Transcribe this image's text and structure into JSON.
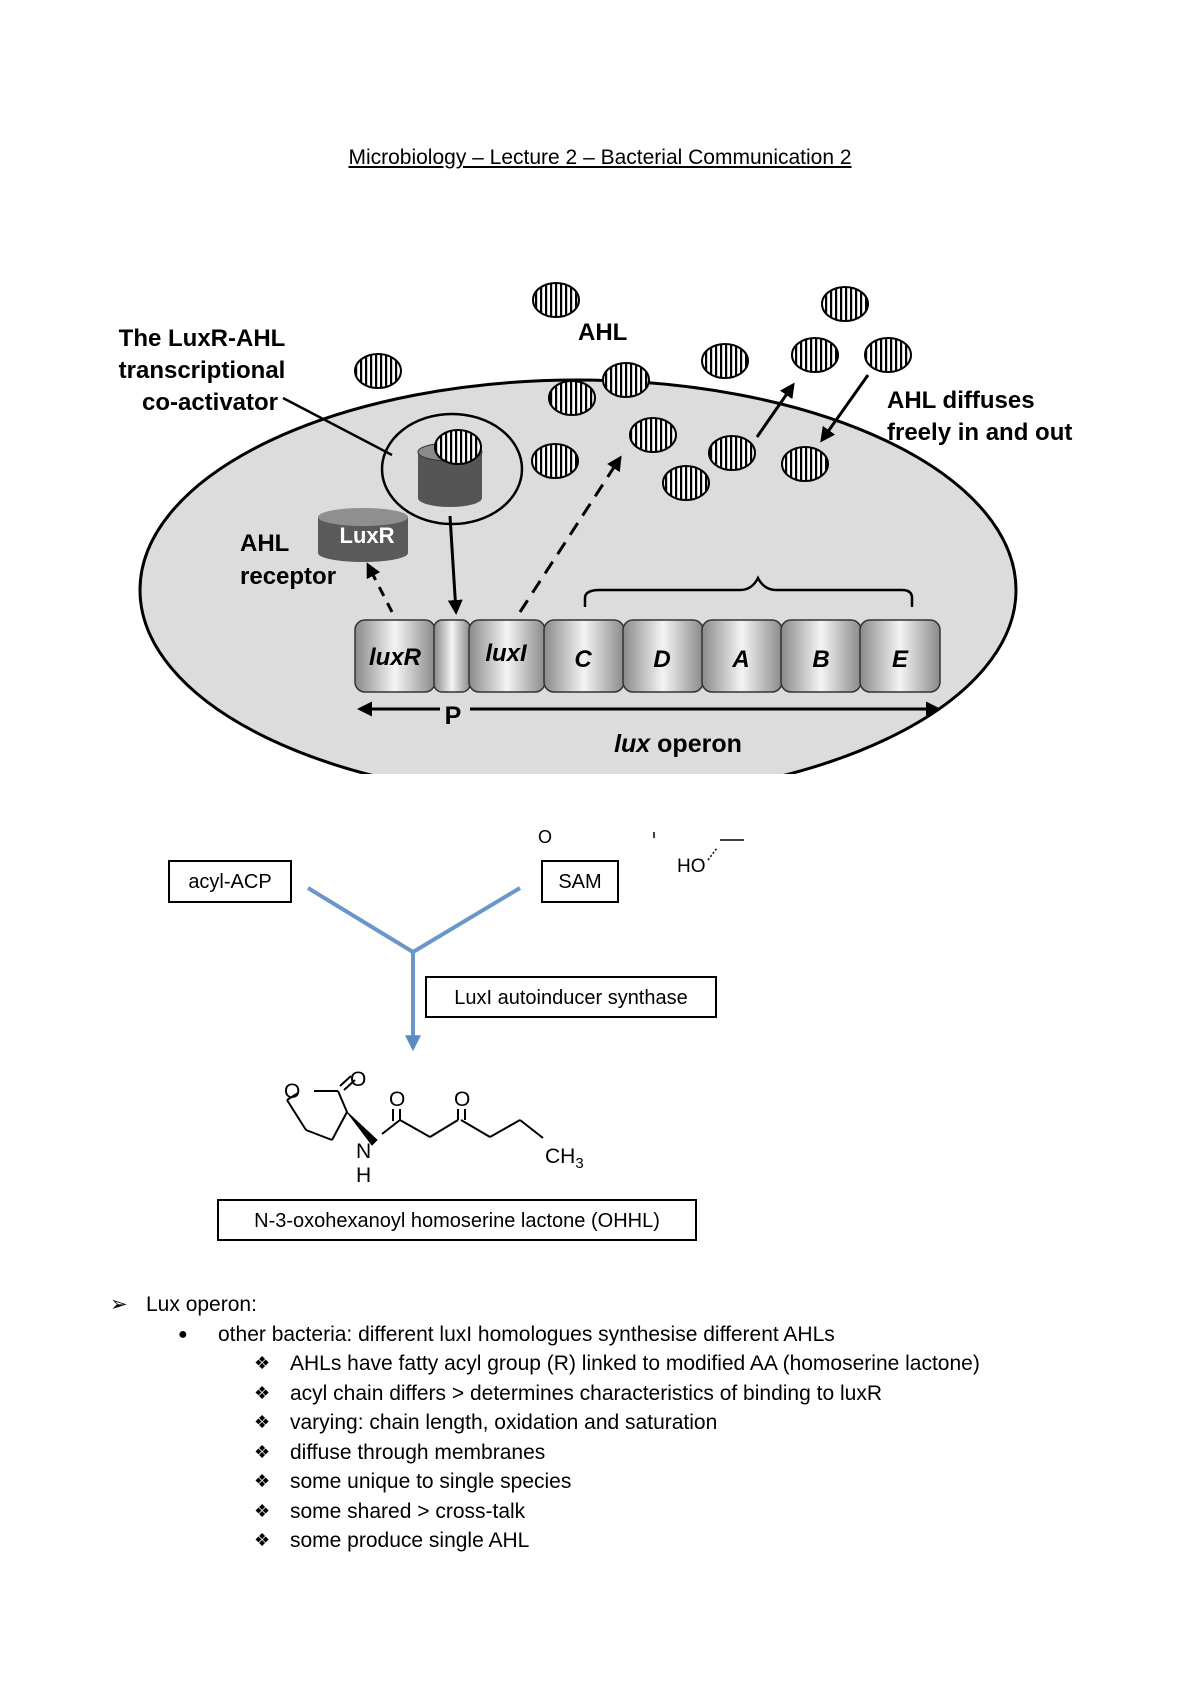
{
  "header": {
    "title": "Microbiology – Lecture 2 – Bacterial Communication 2"
  },
  "diagram1": {
    "coactivator_label": [
      "The LuxR-AHL",
      "transcriptional",
      "co-activator"
    ],
    "ahl_label": "AHL",
    "diffuse_label": [
      "AHL diffuses",
      "freely in and out"
    ],
    "receptor_label": [
      "AHL",
      "receptor"
    ],
    "luxr_protein": "LuxR",
    "genes": [
      "luxR",
      "luxI",
      "C",
      "D",
      "A",
      "B",
      "E"
    ],
    "promoter": "P",
    "operon_label_italic": "lux",
    "operon_label_rest": " operon"
  },
  "diagram2": {
    "acyl_acp": "acyl-ACP",
    "sam": "SAM",
    "enzyme": "LuxI autoinducer synthase",
    "sam_o": "O",
    "sam_ho": "HO",
    "o1": "O",
    "o2": "O",
    "o3": "O",
    "o4": "O",
    "n": "N",
    "h": "H",
    "ch3": "CH",
    "ch3_sub": "3",
    "product": "N-3-oxohexanoyl homoserine lactone (OHHL)"
  },
  "notes": {
    "level1": "Lux operon:",
    "level2": "other bacteria: different luxI homologues synthesise different AHLs",
    "level3": [
      "AHLs have fatty acyl group (R) linked to modified AA (homoserine lactone)",
      "acyl chain differs > determines characteristics of binding to luxR",
      "varying: chain length, oxidation and saturation",
      "diffuse through membranes",
      "some unique to single species",
      "some shared > cross-talk",
      "some produce single AHL"
    ],
    "bullet1": "➢",
    "bullet2": "●",
    "bullet3": "❖"
  }
}
